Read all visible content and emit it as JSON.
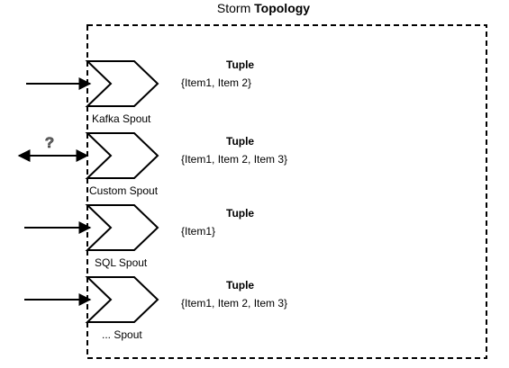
{
  "title": {
    "prefix": "Storm",
    "emphasis": "Topology"
  },
  "spouts": [
    {
      "label": "Kafka Spout",
      "tuple_title": "Tuple",
      "tuple_items": "{Item1, Item 2}",
      "input": "in"
    },
    {
      "label": "Custom Spout",
      "tuple_title": "Tuple",
      "tuple_items": "{Item1, Item 2, Item 3}",
      "input": "bidirectional",
      "marker": "?"
    },
    {
      "label": "SQL Spout",
      "tuple_title": "Tuple",
      "tuple_items": "{Item1}",
      "input": "in"
    },
    {
      "label": "... Spout",
      "tuple_title": "Tuple",
      "tuple_items": "{Item1, Item 2, Item 3}",
      "input": "in"
    }
  ],
  "colors": {
    "stroke": "#000000",
    "background": "#ffffff",
    "question_mark": "#666666"
  }
}
